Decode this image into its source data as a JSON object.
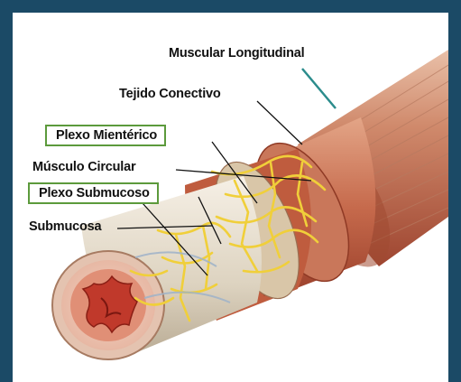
{
  "labels": {
    "muscular_longitudinal": "Muscular Longitudinal",
    "tejido_conectivo": "Tejido Conectivo",
    "plexo_mienterico": "Plexo Mientérico",
    "musculo_circular": "Músculo Circular",
    "plexo_submucoso": "Plexo Submucoso",
    "submucosa": "Submucosa"
  },
  "colors": {
    "background": "#1b4a66",
    "highlight_box": "#5c9a3c",
    "leader_line_teal": "#2b8c8c",
    "nerve_plexus": "#f0cf3a",
    "muscle": "#b5533a",
    "submucosa": "#e7dfd0",
    "mucosa": "#c0392b"
  }
}
